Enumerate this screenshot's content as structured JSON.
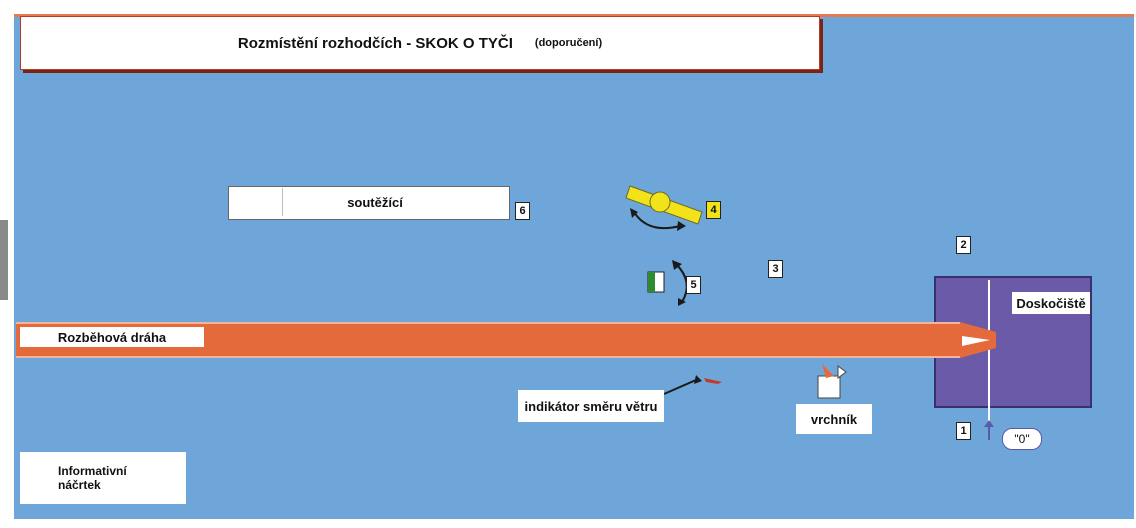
{
  "title": {
    "main": "Rozmístění rozhodčích  -  SKOK O TYČI",
    "note": "(doporučení)"
  },
  "labels": {
    "competitors": "soutěžící",
    "runway": "Rozběhová dráha",
    "landing_area": "Doskočiště",
    "wind_indicator": "indikátor směru větru",
    "chief": "vrchník",
    "zero_mark": "\"0\"",
    "info_line1": "Informativní",
    "info_line2": "náčrtek"
  },
  "positions": [
    "1",
    "2",
    "3",
    "4",
    "5",
    "6"
  ],
  "colors": {
    "field": "#6ea6da",
    "runway": "#e46a3c",
    "landing_area": "#6b5aa8",
    "bar": "#f2e21a",
    "official5": "#2e8b2e",
    "title_border": "#b63a28"
  }
}
